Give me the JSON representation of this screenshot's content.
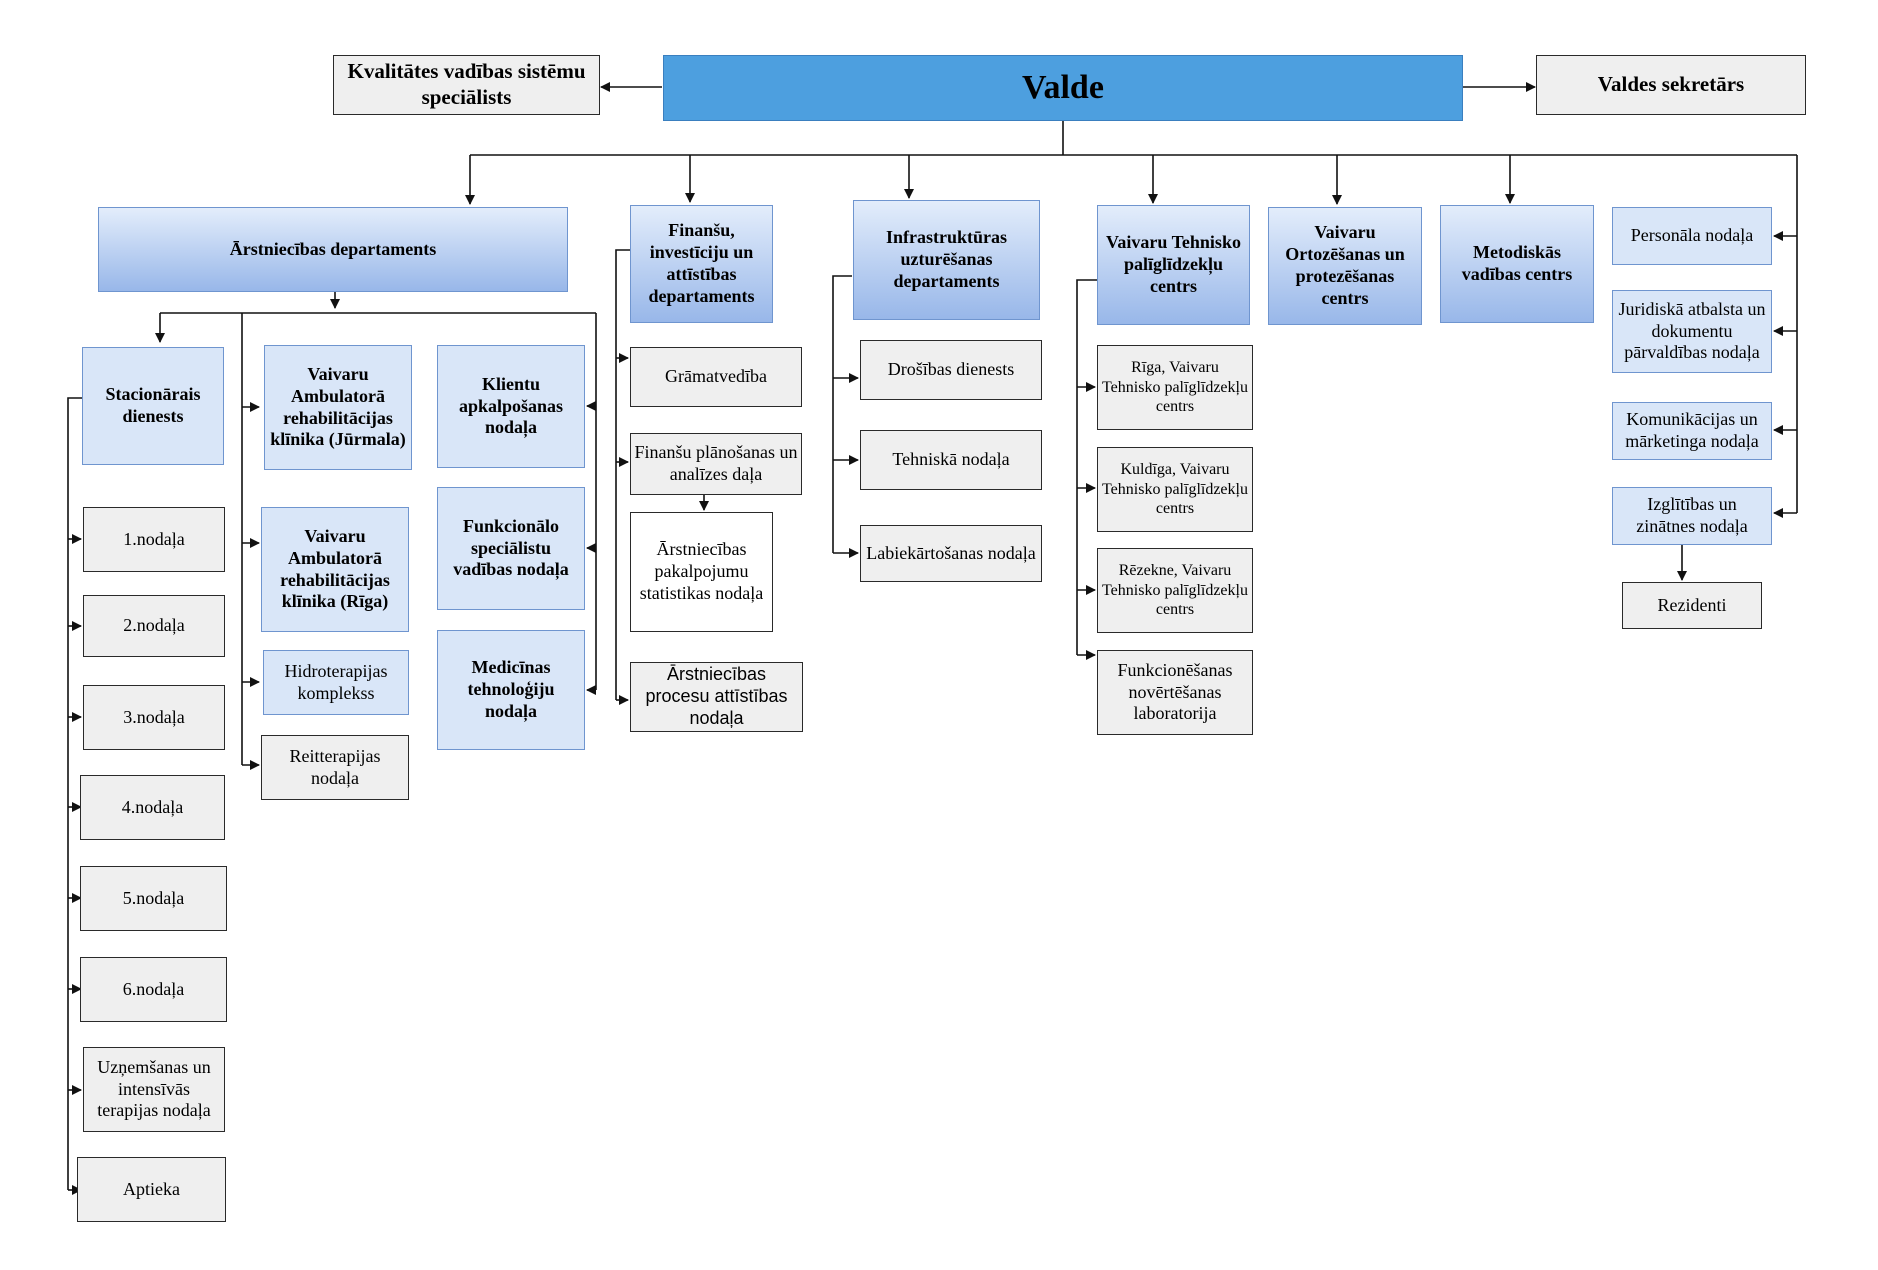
{
  "chart_data": {
    "type": "org-chart",
    "nodes": [
      {
        "id": "valde",
        "label": "Valde",
        "style": "main"
      },
      {
        "id": "kvalitate",
        "label": "Kvalitātes vadības sistēmu speciālists",
        "style": "plain-bold"
      },
      {
        "id": "sekretars",
        "label": "Valdes sekretārs",
        "style": "plain-bold"
      },
      {
        "id": "arstn_dep",
        "label": "Ārstniecības departaments",
        "style": "gradient"
      },
      {
        "id": "fin_dep",
        "label": "Finanšu, investīciju un attīstības departaments",
        "style": "gradient"
      },
      {
        "id": "infra_dep",
        "label": "Infrastruktūras uzturēšanas departaments",
        "style": "gradient"
      },
      {
        "id": "tehn_centrs",
        "label": "Vaivaru Tehnisko palīglīdzekļu centrs",
        "style": "gradient"
      },
      {
        "id": "orto_centrs",
        "label": "Vaivaru Ortozēšanas un protezēšanas centrs",
        "style": "gradient"
      },
      {
        "id": "metod_centrs",
        "label": "Metodiskās vadības centrs",
        "style": "gradient"
      },
      {
        "id": "personala",
        "label": "Personāla nodaļa",
        "style": "light"
      },
      {
        "id": "juridiska",
        "label": "Juridiskā atbalsta un dokumentu pārvaldības nodaļa",
        "style": "light"
      },
      {
        "id": "komunikacijas",
        "label": "Komunikācijas un mārketinga nodaļa",
        "style": "light"
      },
      {
        "id": "izglitibas",
        "label": "Izglītības un zinātnes nodaļa",
        "style": "light"
      },
      {
        "id": "rezidenti",
        "label": "Rezidenti",
        "style": "plain"
      },
      {
        "id": "stacionarais",
        "label": "Stacionārais dienests",
        "style": "light-bold"
      },
      {
        "id": "nod1",
        "label": "1.nodaļa",
        "style": "plain"
      },
      {
        "id": "nod2",
        "label": "2.nodaļa",
        "style": "plain"
      },
      {
        "id": "nod3",
        "label": "3.nodaļa",
        "style": "plain"
      },
      {
        "id": "nod4",
        "label": "4.nodaļa",
        "style": "plain"
      },
      {
        "id": "nod5",
        "label": "5.nodaļa",
        "style": "plain"
      },
      {
        "id": "nod6",
        "label": "6.nodaļa",
        "style": "plain"
      },
      {
        "id": "uznemsanas",
        "label": "Uzņemšanas un intensīvās terapijas nodaļa",
        "style": "plain"
      },
      {
        "id": "aptieka",
        "label": "Aptieka",
        "style": "plain"
      },
      {
        "id": "jurmala",
        "label": "Vaivaru Ambulatorā rehabilitācijas klīnika (Jūrmala)",
        "style": "light-bold"
      },
      {
        "id": "riga_klinika",
        "label": "Vaivaru Ambulatorā rehabilitācijas klīnika (Rīga)",
        "style": "light-bold"
      },
      {
        "id": "hidroterapija",
        "label": "Hidroterapijas komplekss",
        "style": "light"
      },
      {
        "id": "reitterapija",
        "label": "Reitterapijas nodaļa",
        "style": "plain"
      },
      {
        "id": "klientu",
        "label": "Klientu apkalpošanas nodaļa",
        "style": "light-bold"
      },
      {
        "id": "funkcionalo",
        "label": "Funkcionālo speciālistu vadības nodaļa",
        "style": "light-bold"
      },
      {
        "id": "medtehn",
        "label": "Medicīnas tehnoloģiju nodaļa",
        "style": "light-bold"
      },
      {
        "id": "gramatvediba",
        "label": "Grāmatvedība",
        "style": "plain"
      },
      {
        "id": "fin_plan",
        "label": "Finanšu plānošanas un analīzes daļa",
        "style": "plain"
      },
      {
        "id": "statistika",
        "label": "Ārstniecības pakalpojumu statistikas nodaļa",
        "style": "white"
      },
      {
        "id": "procesu",
        "label": "Ārstniecības procesu attīstības nodaļa",
        "style": "plain-sans"
      },
      {
        "id": "drosibas",
        "label": "Drošības dienests",
        "style": "plain"
      },
      {
        "id": "tehniska",
        "label": "Tehniskā nodaļa",
        "style": "plain"
      },
      {
        "id": "labiekartosanas",
        "label": "Labiekārtošanas nodaļa",
        "style": "plain"
      },
      {
        "id": "tc_riga",
        "label": "Rīga, Vaivaru Tehnisko palīglīdzekļu centrs",
        "style": "plain-small"
      },
      {
        "id": "tc_kuldiga",
        "label": "Kuldīga, Vaivaru Tehnisko palīglīdzekļu centrs",
        "style": "plain-small"
      },
      {
        "id": "tc_rezekne",
        "label": "Rēzekne, Vaivaru Tehnisko palīglīdzekļu centrs",
        "style": "plain-small"
      },
      {
        "id": "funkcionesanas",
        "label": "Funkcionēšanas novērtēšanas laboratorija",
        "style": "plain"
      }
    ],
    "edges": [
      [
        "valde",
        "kvalitate"
      ],
      [
        "valde",
        "sekretars"
      ],
      [
        "valde",
        "arstn_dep"
      ],
      [
        "valde",
        "fin_dep"
      ],
      [
        "valde",
        "infra_dep"
      ],
      [
        "valde",
        "tehn_centrs"
      ],
      [
        "valde",
        "orto_centrs"
      ],
      [
        "valde",
        "metod_centrs"
      ],
      [
        "valde",
        "personala"
      ],
      [
        "valde",
        "juridiska"
      ],
      [
        "valde",
        "komunikacijas"
      ],
      [
        "valde",
        "izglitibas"
      ],
      [
        "izglitibas",
        "rezidenti"
      ],
      [
        "arstn_dep",
        "stacionarais"
      ],
      [
        "arstn_dep",
        "jurmala"
      ],
      [
        "arstn_dep",
        "riga_klinika"
      ],
      [
        "arstn_dep",
        "hidroterapija"
      ],
      [
        "arstn_dep",
        "reitterapija"
      ],
      [
        "arstn_dep",
        "klientu"
      ],
      [
        "arstn_dep",
        "funkcionalo"
      ],
      [
        "arstn_dep",
        "medtehn"
      ],
      [
        "stacionarais",
        "nod1"
      ],
      [
        "stacionarais",
        "nod2"
      ],
      [
        "stacionarais",
        "nod3"
      ],
      [
        "stacionarais",
        "nod4"
      ],
      [
        "stacionarais",
        "nod5"
      ],
      [
        "stacionarais",
        "nod6"
      ],
      [
        "stacionarais",
        "uznemsanas"
      ],
      [
        "stacionarais",
        "aptieka"
      ],
      [
        "fin_dep",
        "gramatvediba"
      ],
      [
        "fin_dep",
        "fin_plan"
      ],
      [
        "fin_dep",
        "procesu"
      ],
      [
        "fin_plan",
        "statistika"
      ],
      [
        "infra_dep",
        "drosibas"
      ],
      [
        "infra_dep",
        "tehniska"
      ],
      [
        "infra_dep",
        "labiekartosanas"
      ],
      [
        "tehn_centrs",
        "tc_riga"
      ],
      [
        "tehn_centrs",
        "tc_kuldiga"
      ],
      [
        "tehn_centrs",
        "tc_rezekne"
      ],
      [
        "tehn_centrs",
        "funkcionesanas"
      ]
    ]
  }
}
